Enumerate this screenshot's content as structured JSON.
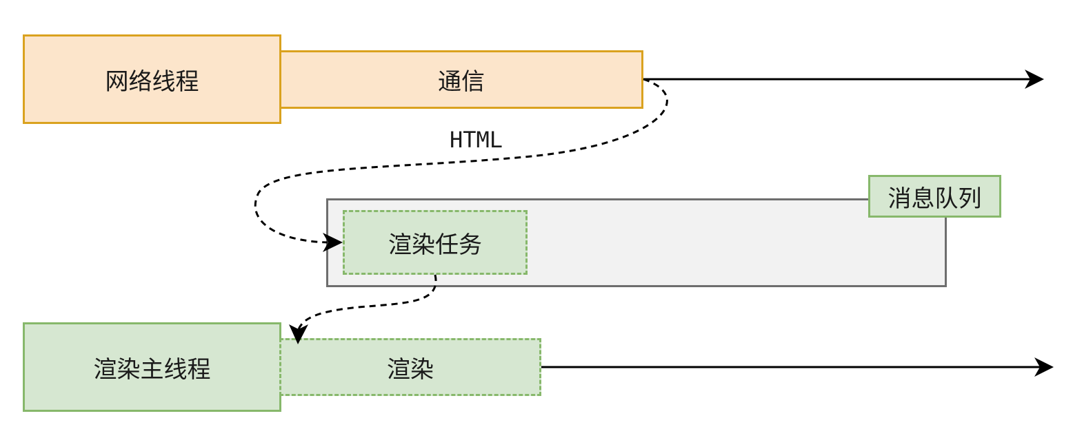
{
  "network_thread": {
    "label": "网络线程",
    "task_label": "通信"
  },
  "edge_label": "HTML",
  "queue": {
    "label": "消息队列",
    "task_label": "渲染任务"
  },
  "main_thread": {
    "label": "渲染主线程",
    "task_label": "渲染"
  },
  "colors": {
    "orange_fill": "#fce5cb",
    "orange_stroke": "#daa21f",
    "green_fill": "#d6e7d1",
    "green_stroke": "#87b86b",
    "queue_fill": "#f2f2f2",
    "queue_stroke": "#6e6e6e"
  }
}
